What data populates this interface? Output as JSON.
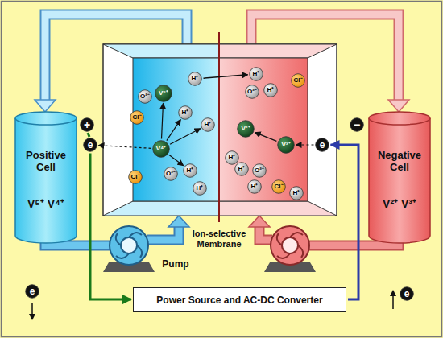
{
  "diagram": {
    "nodes": [
      {
        "text": [
          "Positive Cell",
          "V⁵⁺ V⁴⁺"
        ]
      },
      {
        "text": [
          "+"
        ]
      },
      {
        "text": [
          "e"
        ]
      },
      {
        "text": [
          "O²⁻"
        ]
      },
      {
        "text": [
          "V⁵⁺"
        ]
      },
      {
        "text": [
          "H⁺"
        ]
      },
      {
        "text": [
          "Cl⁻"
        ]
      },
      {
        "text": [
          "H⁺"
        ]
      },
      {
        "text": [
          "H⁺"
        ]
      },
      {
        "text": [
          "V⁴⁺"
        ]
      },
      {
        "text": [
          "O²⁻"
        ]
      },
      {
        "text": [
          "H⁺"
        ]
      },
      {
        "text": [
          "H⁺"
        ]
      },
      {
        "text": [
          "Cl⁻"
        ]
      },
      {
        "text": [
          "H⁺"
        ]
      },
      {
        "text": [
          "O²⁻"
        ]
      },
      {
        "text": [
          "H⁺"
        ]
      },
      {
        "text": [
          "Cl⁻"
        ]
      },
      {
        "text": [
          "V²⁺"
        ]
      },
      {
        "text": [
          "H⁺"
        ]
      },
      {
        "text": [
          "V³⁺"
        ]
      },
      {
        "text": [
          "H⁺"
        ]
      },
      {
        "text": [
          "O²⁻"
        ]
      },
      {
        "text": [
          "H⁺"
        ]
      },
      {
        "text": [
          "Cl⁻"
        ]
      },
      {
        "text": [
          "H⁺"
        ]
      },
      {
        "text": [
          "e"
        ]
      },
      {
        "text": [
          "−"
        ]
      },
      {
        "text": [
          "Negative Cell",
          "V²⁺ V³⁺"
        ]
      },
      {
        "text": [
          "e"
        ]
      },
      {
        "text": [
          "Power Source and AC-DC Converter"
        ]
      },
      {
        "text": [
          "e"
        ]
      }
    ],
    "edges": [
      {
        "from": 9,
        "to": 4,
        "arrow": "to"
      },
      {
        "from": 9,
        "to": 7,
        "arrow": "to"
      },
      {
        "from": 9,
        "to": 8,
        "arrow": "to"
      },
      {
        "from": 9,
        "to": 11,
        "arrow": "to"
      },
      {
        "from": 9,
        "to": 2,
        "arrow": "to"
      },
      {
        "from": 5,
        "to": 14,
        "arrow": "to"
      },
      {
        "from": 26,
        "to": 20,
        "arrow": "to"
      },
      {
        "from": 20,
        "to": 18,
        "arrow": "to"
      },
      {
        "from": 2,
        "to": 30,
        "arrow": "to"
      },
      {
        "from": 30,
        "to": 26,
        "arrow": "to"
      }
    ],
    "labels": [
      "Ion-selective Membrane",
      "Pump"
    ]
  }
}
